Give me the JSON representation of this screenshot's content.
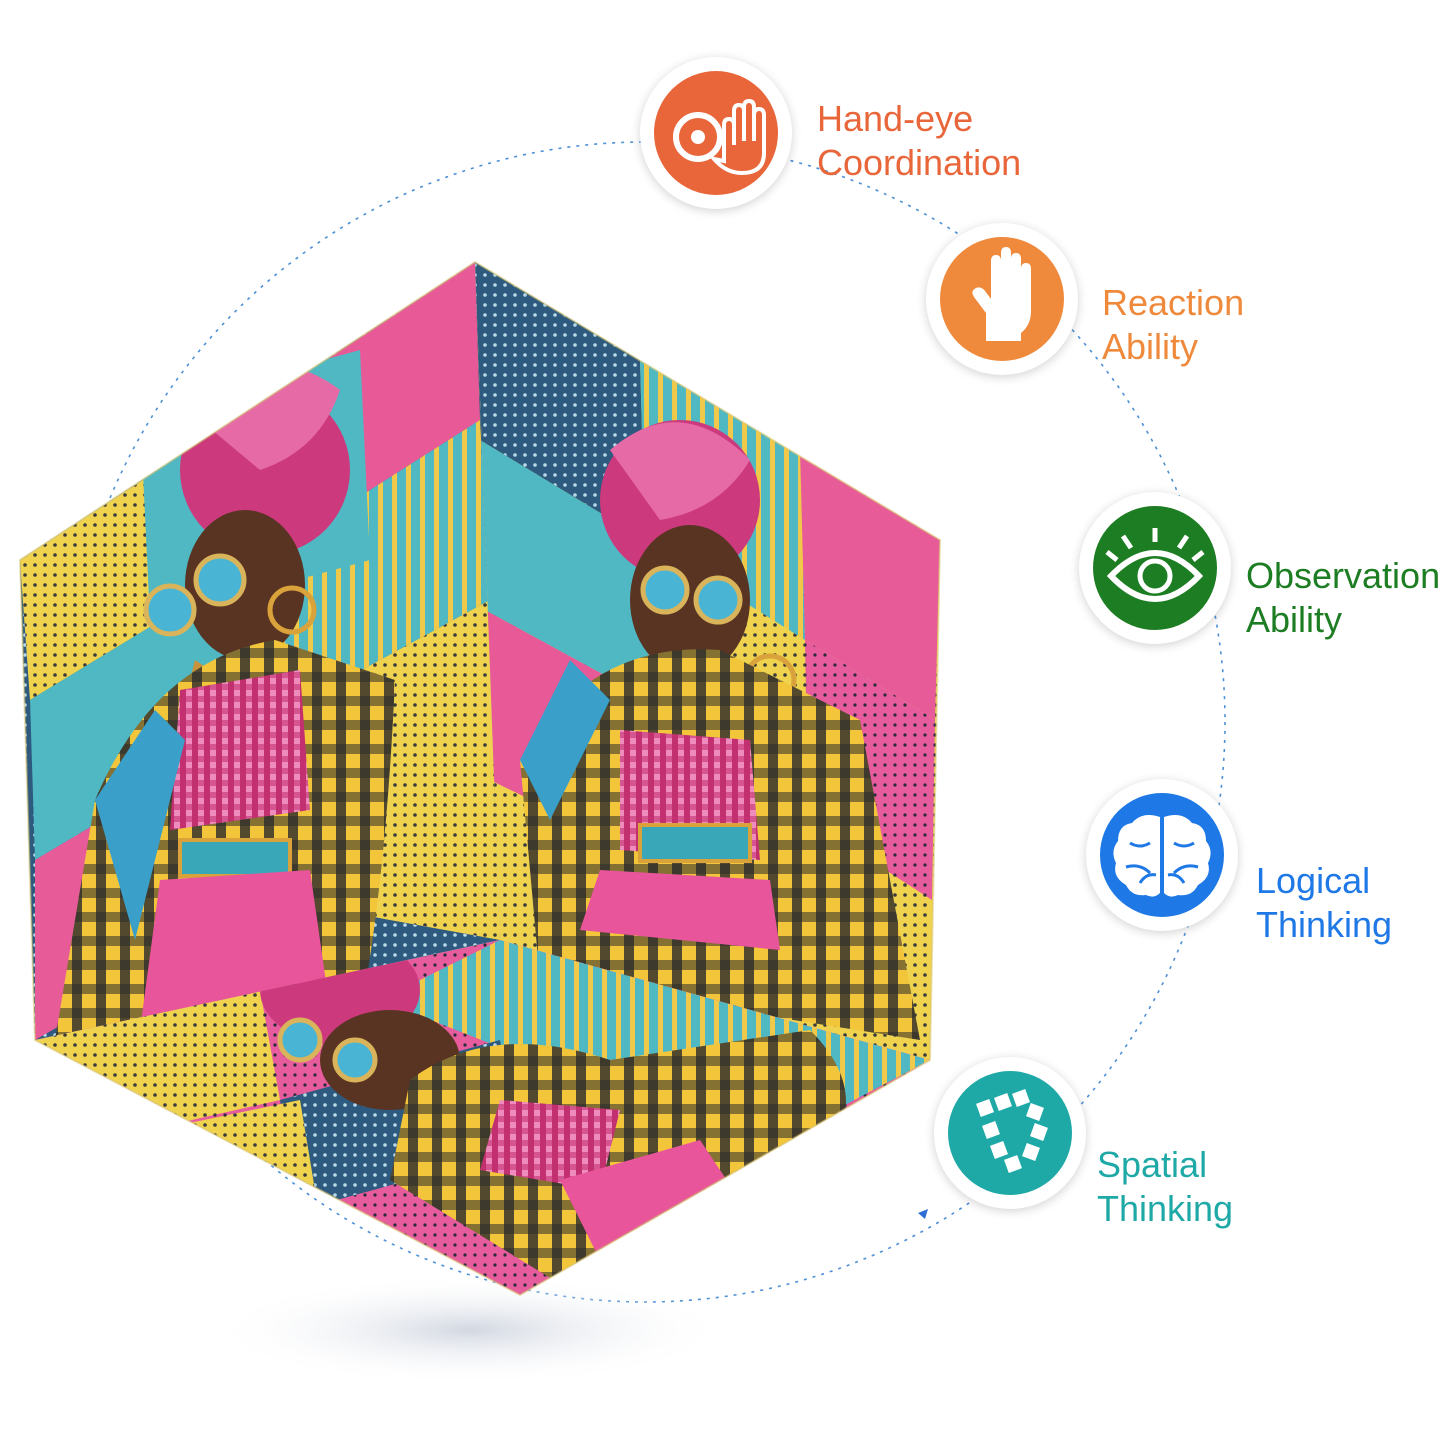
{
  "skills": [
    {
      "line1": "Hand-eye",
      "line2": "Coordination",
      "color": "#e8663a",
      "icon": "eye-hand-icon"
    },
    {
      "line1": "Reaction",
      "line2": "Ability",
      "color": "#ef8a3c",
      "icon": "hand-icon"
    },
    {
      "line1": "Observation",
      "line2": "Ability",
      "color": "#1d7d22",
      "icon": "eye-icon"
    },
    {
      "line1": "Logical",
      "line2": "Thinking",
      "color": "#1e78e6",
      "icon": "brain-icon"
    },
    {
      "line1": "Spatial",
      "line2": "Thinking",
      "color": "#1fa9a6",
      "icon": "cube-icon"
    }
  ],
  "palette": {
    "pink": "#e8559a",
    "teal": "#4fb8c3",
    "yellow": "#f0d24a",
    "navy": "#2d4a6b",
    "skin": "#5a3422"
  }
}
